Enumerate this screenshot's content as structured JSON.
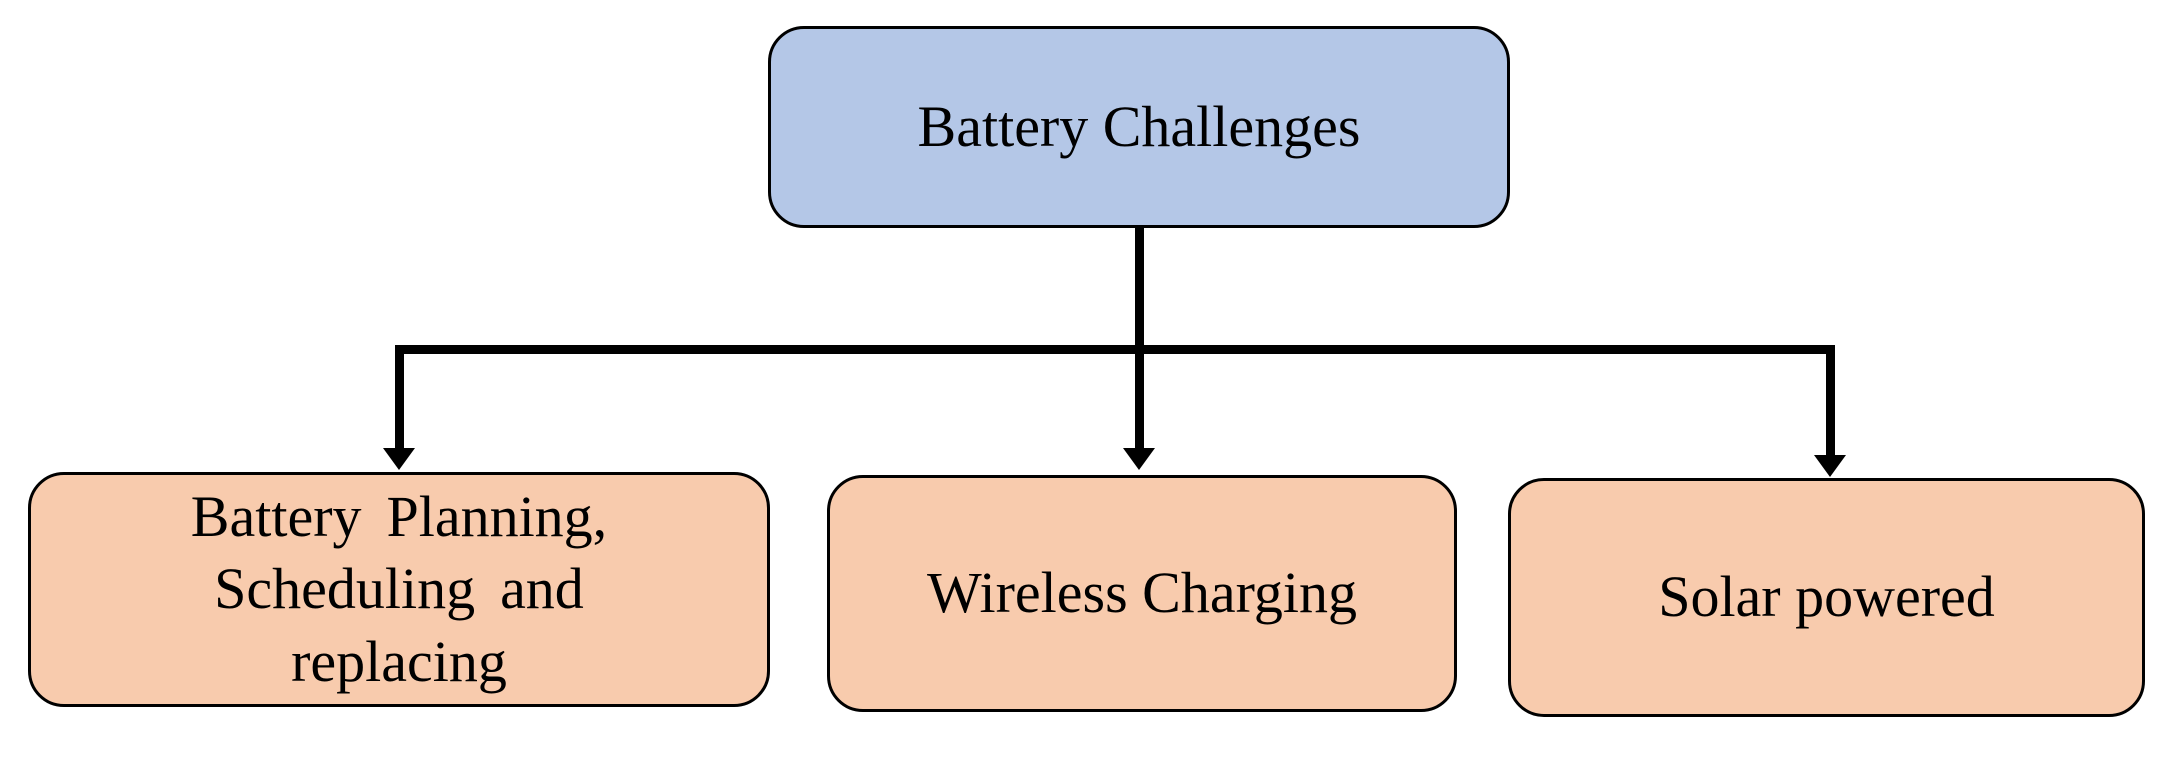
{
  "diagram": {
    "title": "Battery Challenges flowchart",
    "root": {
      "label": "Battery Challenges",
      "fill": "#b4c7e7",
      "border_color": "#000000",
      "text_color": "#000000"
    },
    "children": [
      {
        "label": "Battery Planning,\nScheduling and\nreplacing",
        "fill": "#f8cbad",
        "border_color": "#000000",
        "text_color": "#000000"
      },
      {
        "label": "Wireless Charging",
        "fill": "#f8cbad",
        "border_color": "#000000",
        "text_color": "#000000"
      },
      {
        "label": "Solar powered",
        "fill": "#f8cbad",
        "border_color": "#000000",
        "text_color": "#000000"
      }
    ],
    "edges": [
      {
        "from": "Battery Challenges",
        "to": "Battery Planning, Scheduling and replacing",
        "arrow": "down"
      },
      {
        "from": "Battery Challenges",
        "to": "Wireless Charging",
        "arrow": "down"
      },
      {
        "from": "Battery Challenges",
        "to": "Solar powered",
        "arrow": "down"
      }
    ],
    "connector_color": "#000000",
    "background": "#ffffff"
  }
}
